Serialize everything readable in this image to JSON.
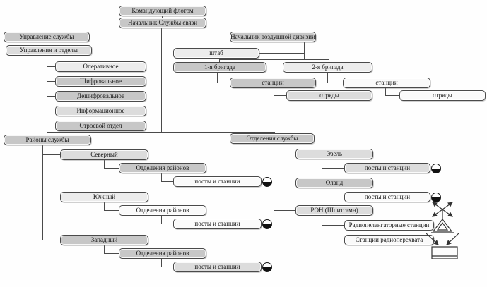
{
  "diagram": {
    "type": "org-chart",
    "language": "ru",
    "nodes": [
      {
        "id": "fleet-commander",
        "label": "Командующий флотом"
      },
      {
        "id": "comms-chief",
        "label": "Начальник Службы связи"
      },
      {
        "id": "service-directorate",
        "label": "Управление службы"
      },
      {
        "id": "directorates-and-departments",
        "label": "Управления и отделы"
      },
      {
        "id": "operational",
        "label": "Оперативное"
      },
      {
        "id": "cipher",
        "label": "Шифровальное"
      },
      {
        "id": "decipher",
        "label": "Дешифровальное"
      },
      {
        "id": "information",
        "label": "Информационное"
      },
      {
        "id": "drill-department",
        "label": "Строевой отдел"
      },
      {
        "id": "air-division-chief",
        "label": "Начальник воздушной дивизии"
      },
      {
        "id": "staff",
        "label": "штаб"
      },
      {
        "id": "brigade-1",
        "label": "1-я бригада"
      },
      {
        "id": "brigade-2",
        "label": "2-я бригада"
      },
      {
        "id": "stations-1",
        "label": "станции"
      },
      {
        "id": "detachments-1",
        "label": "отряды"
      },
      {
        "id": "stations-2",
        "label": "станции"
      },
      {
        "id": "detachments-2",
        "label": "отряды"
      },
      {
        "id": "service-regions",
        "label": "Районы службы"
      },
      {
        "id": "northern",
        "label": "Северный"
      },
      {
        "id": "region-departments-north",
        "label": "Отделения районов"
      },
      {
        "id": "posts-stations-north",
        "label": "посты и станции"
      },
      {
        "id": "southern",
        "label": "Южный"
      },
      {
        "id": "region-departments-south",
        "label": "Отделения районов"
      },
      {
        "id": "posts-stations-south",
        "label": "посты и станции"
      },
      {
        "id": "western",
        "label": "Западный"
      },
      {
        "id": "region-departments-west",
        "label": "Отделения районов"
      },
      {
        "id": "posts-stations-west",
        "label": "посты и станции"
      },
      {
        "id": "service-sections",
        "label": "Отделения службы"
      },
      {
        "id": "ezel",
        "label": "Эзель"
      },
      {
        "id": "posts-stations-ezel",
        "label": "посты и станции"
      },
      {
        "id": "oland",
        "label": "Оланд"
      },
      {
        "id": "posts-stations-oland",
        "label": "посты и станции"
      },
      {
        "id": "ron-spithamn",
        "label": "РОН (Шпитгамн)"
      },
      {
        "id": "rdf-stations",
        "label": "Радиопеленгаторные станции"
      },
      {
        "id": "intercept-stations",
        "label": "Станции радиоперехвата"
      }
    ],
    "edges": [
      [
        "fleet-commander",
        "comms-chief"
      ],
      [
        "comms-chief",
        "service-directorate"
      ],
      [
        "comms-chief",
        "air-division-chief"
      ],
      [
        "comms-chief",
        "service-regions"
      ],
      [
        "comms-chief",
        "service-sections"
      ],
      [
        "service-directorate",
        "directorates-and-departments"
      ],
      [
        "directorates-and-departments",
        "operational"
      ],
      [
        "directorates-and-departments",
        "cipher"
      ],
      [
        "directorates-and-departments",
        "decipher"
      ],
      [
        "directorates-and-departments",
        "information"
      ],
      [
        "directorates-and-departments",
        "drill-department"
      ],
      [
        "air-division-chief",
        "staff"
      ],
      [
        "air-division-chief",
        "brigade-1"
      ],
      [
        "air-division-chief",
        "brigade-2"
      ],
      [
        "brigade-1",
        "stations-1"
      ],
      [
        "stations-1",
        "detachments-1"
      ],
      [
        "brigade-2",
        "stations-2"
      ],
      [
        "stations-2",
        "detachments-2"
      ],
      [
        "service-regions",
        "northern"
      ],
      [
        "service-regions",
        "southern"
      ],
      [
        "service-regions",
        "western"
      ],
      [
        "northern",
        "region-departments-north"
      ],
      [
        "region-departments-north",
        "posts-stations-north"
      ],
      [
        "southern",
        "region-departments-south"
      ],
      [
        "region-departments-south",
        "posts-stations-south"
      ],
      [
        "western",
        "region-departments-west"
      ],
      [
        "region-departments-west",
        "posts-stations-west"
      ],
      [
        "service-sections",
        "ezel"
      ],
      [
        "ezel",
        "posts-stations-ezel"
      ],
      [
        "service-sections",
        "oland"
      ],
      [
        "oland",
        "posts-stations-oland"
      ],
      [
        "service-sections",
        "ron-spithamn"
      ],
      [
        "ron-spithamn",
        "rdf-stations"
      ],
      [
        "ron-spithamn",
        "intercept-stations"
      ]
    ],
    "icons": {
      "station_marker": "half-filled-circle",
      "rdf_antenna": "direction-finding-antenna-with-crossed-arrows",
      "intercept_receiver": "receiver-box-with-incoming-arrows"
    },
    "colors": {
      "box_border": "#4a4a4a",
      "connector": "#4a4a4a",
      "fill_dark": "#c7c7c7",
      "fill_mid": "#dcdcdc",
      "fill_light": "#ececec",
      "fill_white": "#fafafa"
    }
  }
}
